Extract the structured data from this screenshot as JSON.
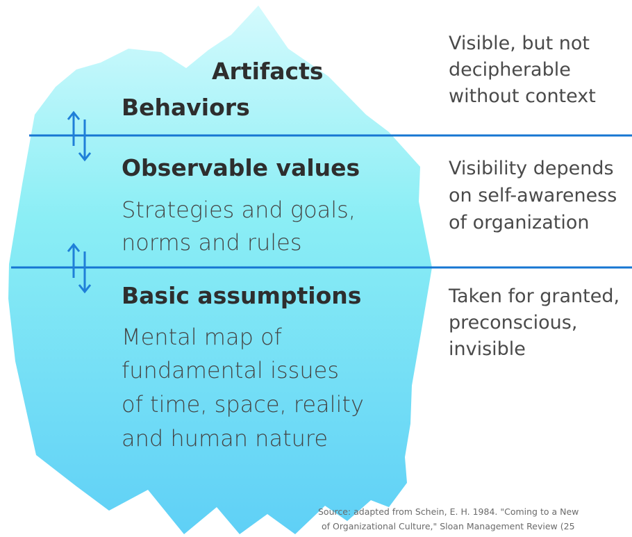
{
  "colors": {
    "iceberg_top": "#d4fafd",
    "iceberg_mid": "#8beef5",
    "iceberg_bottom": "#5fd0f6",
    "divider_line": "#1676d2",
    "arrow": "#1f7fd8"
  },
  "layers": [
    {
      "headings": [
        "Artifacts",
        "Behaviors"
      ],
      "description": [],
      "note": [
        "Visible, but not",
        "decipherable",
        "without context"
      ]
    },
    {
      "headings": [
        "Observable values"
      ],
      "description": [
        "Strategies and goals,",
        "norms and rules"
      ],
      "note": [
        "Visibility depends",
        "on self-awareness",
        "of organization"
      ]
    },
    {
      "headings": [
        "Basic assumptions"
      ],
      "description": [
        "Mental map of",
        "fundamental issues",
        "of time, space, reality",
        "and human nature"
      ],
      "note": [
        "Taken for granted,",
        "preconscious,",
        "invisible"
      ]
    }
  ],
  "arrows": [
    {
      "icon": "up-down-arrows-icon"
    },
    {
      "icon": "up-down-arrows-icon"
    }
  ],
  "source": [
    "Source: adapted from Schein, E. H. 1984. \"Coming to a New",
    "of Organizational Culture,\" Sloan Management Review (25"
  ]
}
